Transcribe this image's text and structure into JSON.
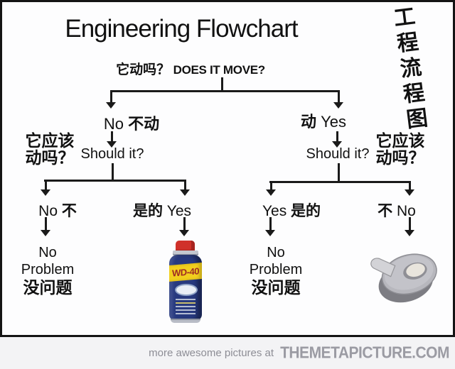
{
  "header": {
    "title": "Engineering Flowchart",
    "title_cn_line1": "工程",
    "title_cn_line2": "流程图"
  },
  "flowchart": {
    "root_question_cn": "它动吗？",
    "root_question_en": "DOES IT MOVE?",
    "left": {
      "branch_en": "No",
      "branch_cn": "不动",
      "question": "Should it?",
      "side_line1": "它应该",
      "side_line2": "动吗？",
      "no_en": "No",
      "no_cn": "不",
      "yes_cn": "是的",
      "yes_en": "Yes",
      "result_line1": "No",
      "result_line2": "Problem",
      "result_line3": "没问题"
    },
    "right": {
      "branch_cn": "动",
      "branch_en": "Yes",
      "question": "Should it?",
      "side_line1": "它应该",
      "side_line2": "动吗？",
      "yes_en": "Yes",
      "yes_cn": "是的",
      "no_cn": "不",
      "no_en": "No",
      "result_line1": "No",
      "result_line2": "Problem",
      "result_line3": "没问题"
    }
  },
  "wd40_can": {
    "brand": "WD-40"
  },
  "footer": {
    "prefix": "more awesome pictures at",
    "site": "THEMETAPICTURE.COM"
  },
  "colors": {
    "line": "#1a1a1a",
    "background": "#fdfdfe",
    "footer_background": "#f3f3f5",
    "footer_text": "#8d8d95",
    "footer_site": "#9b9ba3",
    "wd40_blue": "#27397f",
    "wd40_yellow": "#f2cf1e",
    "wd40_logo_red": "#9e2b24",
    "wd40_cap_red": "#d0312a",
    "tape_gray": "#b7b7bd",
    "tape_core": "#e9e5dd"
  }
}
